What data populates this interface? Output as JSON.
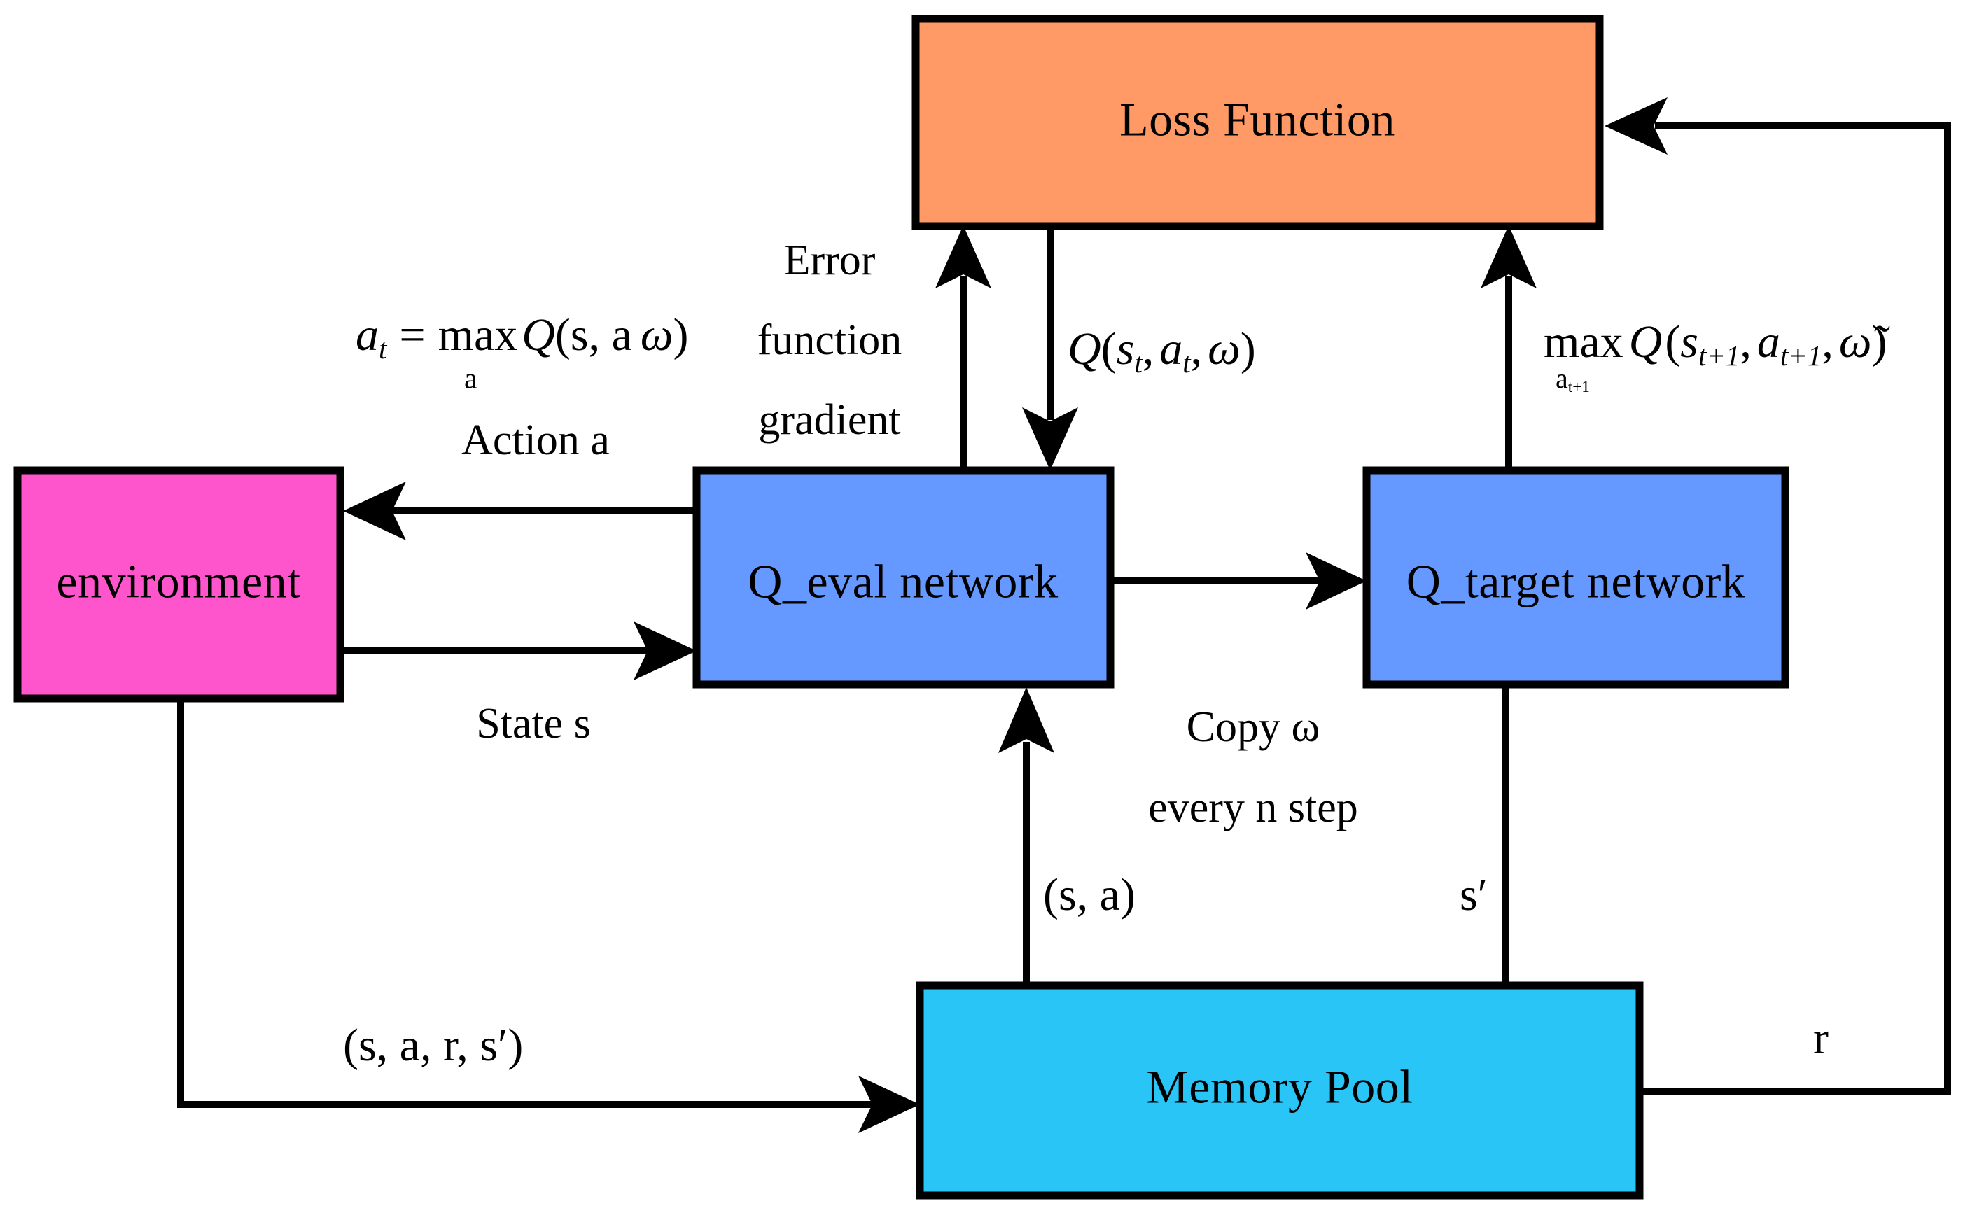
{
  "diagram": {
    "title": "Deep Q-Network training loop",
    "background": "#ffffff",
    "stroke": "#000000",
    "colors": {
      "loss": "#FF9966",
      "environment": "#FF55CC",
      "network": "#6699FF",
      "memory": "#29C5F6",
      "line": "#000000"
    },
    "nodes": [
      {
        "id": "loss",
        "label": "Loss Function",
        "fill": "#FF9966"
      },
      {
        "id": "environment",
        "label": "environment",
        "fill": "#FF55CC"
      },
      {
        "id": "qeval",
        "label": "Q_eval network",
        "fill": "#6699FF"
      },
      {
        "id": "qtarget",
        "label": "Q_target network",
        "fill": "#6699FF"
      },
      {
        "id": "memory",
        "label": "Memory Pool",
        "fill": "#29C5F6"
      }
    ],
    "labels": {
      "action_formula": {
        "a": "a",
        "a_sub": "t",
        "eq": "=",
        "max": "max",
        "max_sub": "a",
        "q": "Q",
        "args": "(s, a",
        "omega": "ω",
        "close": ")"
      },
      "action": "Action a",
      "state": "State s",
      "error_gradient_line1": "Error",
      "error_gradient_line2": "function",
      "error_gradient_line3": "gradient",
      "q_eval_out": {
        "q": "Q",
        "open": "(",
        "s": "s",
        "s_sub": "t",
        "comma1": ",",
        "a": "a",
        "a_sub": "t",
        "comma2": ",",
        "omega": "ω",
        "close": ")"
      },
      "q_target_out": {
        "max": "max",
        "max_sub": "a",
        "max_sub2": "t+1",
        "q": "Q",
        "open": "(",
        "s": "s",
        "s_sub": "t+1",
        "comma1": ",",
        "a": "a",
        "a_sub": "t+1",
        "comma2": ",",
        "omega": "ω̃",
        "close": ")"
      },
      "copy_line1": "Copy ω",
      "copy_line2": "every n step",
      "sa_tuple": "(s, a)",
      "s_prime": "s′",
      "transition_tuple": "(s, a, r, s′)",
      "reward": "r"
    }
  }
}
